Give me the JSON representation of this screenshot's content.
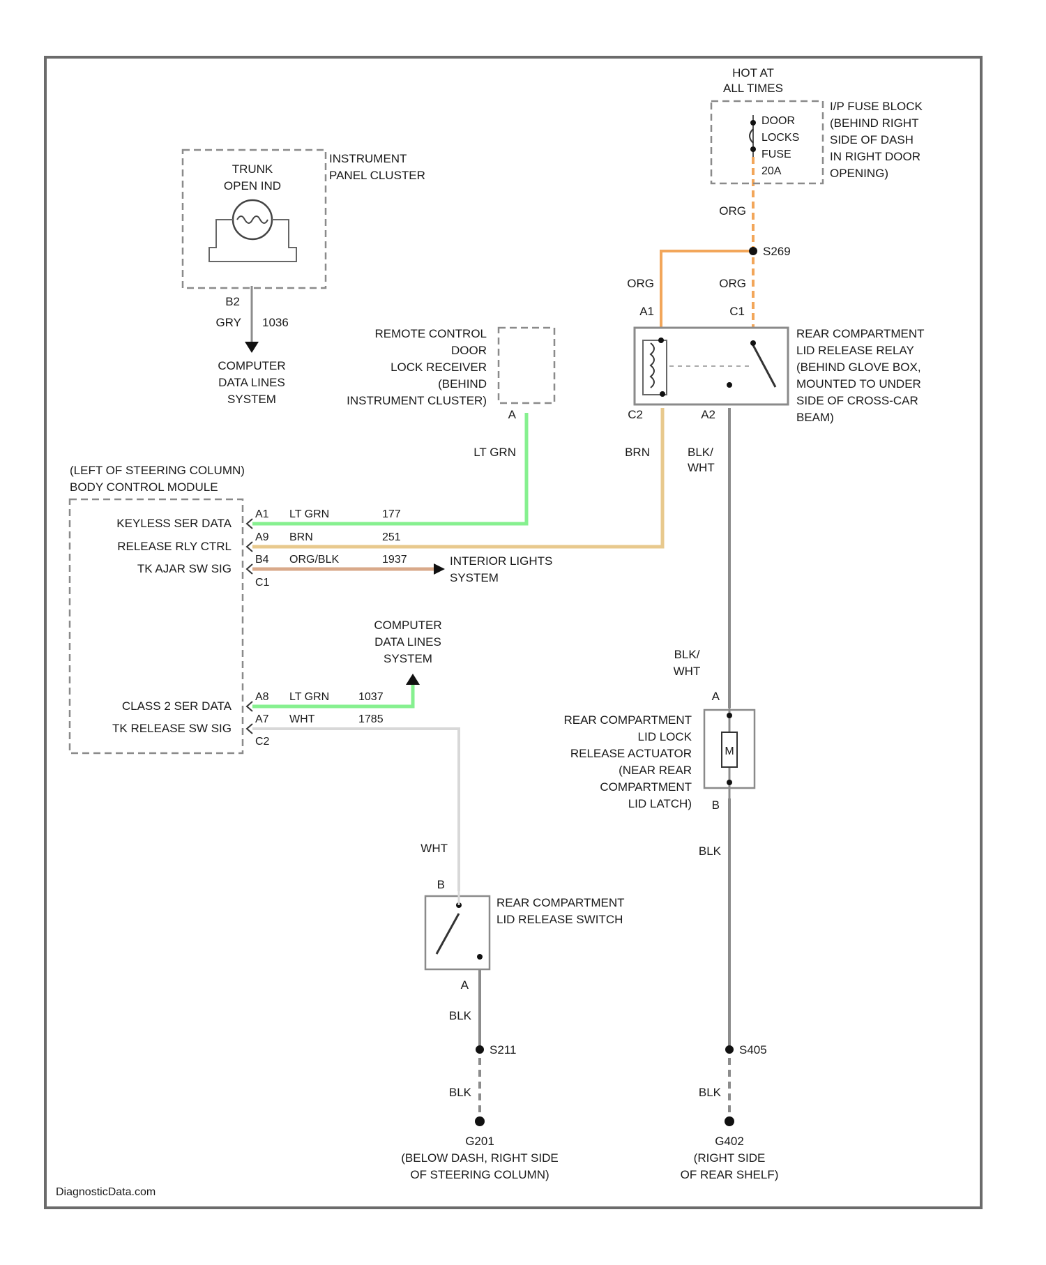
{
  "colors": {
    "frame": "#6b6b6b",
    "outline": "#8a8a8a",
    "wire_black": "#8c8c8c",
    "wire_orange": "#f2a65a",
    "wire_green": "#86f08f",
    "wire_brown": "#e8c98d",
    "wire_orgblk": "#d9a98a",
    "wire_white": "#d8d8d8",
    "text": "#1a1a1a"
  },
  "footer": {
    "brand": "DiagnosticData.com"
  },
  "power": {
    "hot_line1": "HOT AT",
    "hot_line2": "ALL TIMES",
    "fuse_label": [
      "DOOR",
      "LOCKS",
      "FUSE",
      "20A"
    ],
    "fuse_block_label": [
      "I/P FUSE BLOCK",
      "(BEHIND RIGHT",
      "SIDE OF DASH",
      "IN RIGHT DOOR",
      "OPENING)"
    ],
    "wire_orange_top": "ORG",
    "splice": "S269",
    "wire_a1": "ORG",
    "wire_c1": "ORG"
  },
  "cluster": {
    "indicator_label": [
      "TRUNK",
      "OPEN IND"
    ],
    "module_label": [
      "INSTRUMENT",
      "PANEL CLUSTER"
    ],
    "pin": "B2",
    "wire_color": "GRY",
    "circuit": "1036",
    "dest": [
      "COMPUTER",
      "DATA LINES",
      "SYSTEM"
    ]
  },
  "remote": {
    "label": [
      "REMOTE CONTROL",
      "DOOR",
      "LOCK RECEIVER",
      "(BEHIND",
      "INSTRUMENT CLUSTER)"
    ],
    "pin": "A",
    "wire": "LT GRN"
  },
  "relay": {
    "label": [
      "REAR COMPARTMENT",
      "LID RELEASE RELAY",
      "(BEHIND GLOVE BOX,",
      "MOUNTED TO UNDER",
      "SIDE OF CROSS-CAR",
      "BEAM)"
    ],
    "pin_a1": "A1",
    "pin_c1": "C1",
    "pin_c2": "C2",
    "pin_a2": "A2",
    "wire_c2": "BRN",
    "wire_a2_line1": "BLK/",
    "wire_a2_line2": "WHT"
  },
  "bcm": {
    "label": [
      "(LEFT OF STEERING COLUMN)",
      "BODY CONTROL MODULE"
    ],
    "rows": [
      {
        "name": "KEYLESS SER DATA",
        "pin": "A1",
        "wire": "LT GRN",
        "circuit": "177"
      },
      {
        "name": "RELEASE RLY CTRL",
        "pin": "A9",
        "wire": "BRN",
        "circuit": "251"
      },
      {
        "name": "TK AJAR SW SIG",
        "pin": "B4",
        "wire": "ORG/BLK",
        "circuit": "1937"
      },
      {
        "name": "",
        "pin": "C1",
        "wire": "",
        "circuit": ""
      }
    ],
    "rows2": [
      {
        "name": "CLASS 2 SER DATA",
        "pin": "A8",
        "wire": "LT GRN",
        "circuit": "1037"
      },
      {
        "name": "TK RELEASE SW SIG",
        "pin": "A7",
        "wire": "WHT",
        "circuit": "1785"
      },
      {
        "name": "",
        "pin": "C2",
        "wire": "",
        "circuit": ""
      }
    ],
    "interior_dest": [
      "INTERIOR LIGHTS",
      "SYSTEM"
    ],
    "data_dest": [
      "COMPUTER",
      "DATA LINES",
      "SYSTEM"
    ]
  },
  "actuator": {
    "label": [
      "REAR COMPARTMENT",
      "LID LOCK",
      "RELEASE ACTUATOR",
      "(NEAR REAR",
      "COMPARTMENT",
      "LID LATCH)"
    ],
    "wire_top_line1": "BLK/",
    "wire_top_line2": "WHT",
    "pin_a": "A",
    "pin_b": "B",
    "motor": "M",
    "wire_bottom": "BLK"
  },
  "switch": {
    "label": [
      "REAR COMPARTMENT",
      "LID RELEASE SWITCH"
    ],
    "wire_top": "WHT",
    "pin_b": "B",
    "pin_a": "A",
    "wire_bottom": "BLK"
  },
  "grounds": {
    "left": {
      "splice": "S211",
      "wire": "BLK",
      "name": "G201",
      "loc": [
        "(BELOW DASH, RIGHT SIDE",
        "OF STEERING COLUMN)"
      ]
    },
    "right": {
      "splice": "S405",
      "wire": "BLK",
      "name": "G402",
      "loc": [
        "(RIGHT SIDE",
        "OF REAR SHELF)"
      ]
    }
  }
}
